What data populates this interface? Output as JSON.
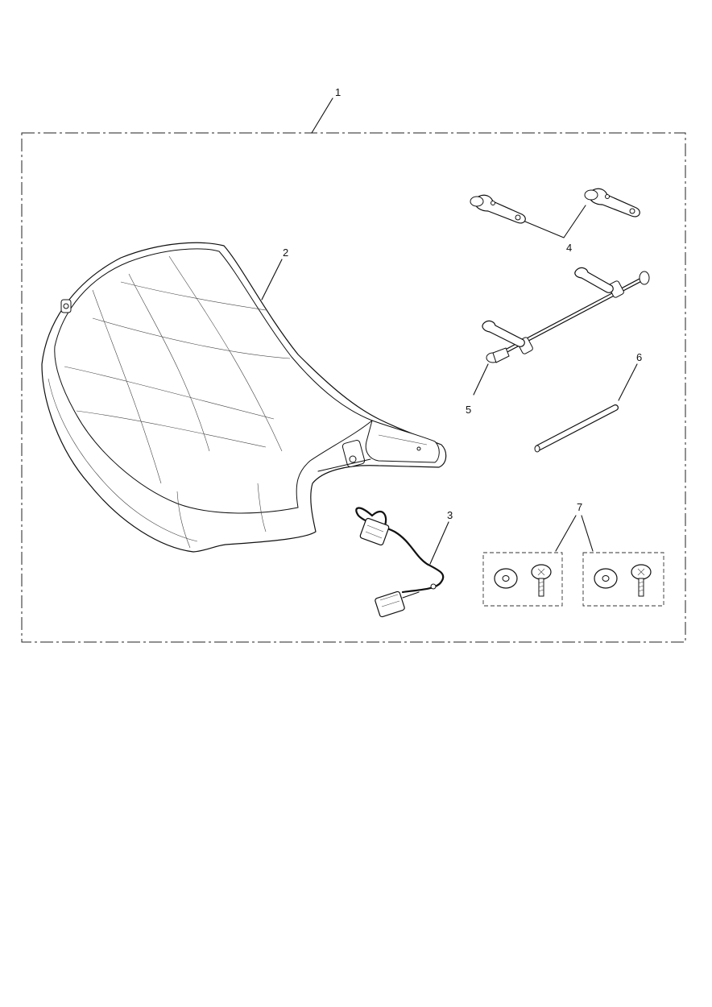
{
  "callouts": {
    "c1": "1",
    "c2": "2",
    "c3": "3",
    "c4": "4",
    "c5": "5",
    "c6": "6",
    "c7": "7"
  },
  "icons": {
    "seat": "motorcycle-seat-icon",
    "harness": "wiring-harness-icon",
    "bracket": "mounting-bracket-icon",
    "rod_assembly": "rod-assembly-icon",
    "tube": "tube-icon",
    "washer": "washer-icon",
    "screw": "screw-icon"
  },
  "colors": {
    "line": "#111111",
    "background": "#ffffff"
  }
}
